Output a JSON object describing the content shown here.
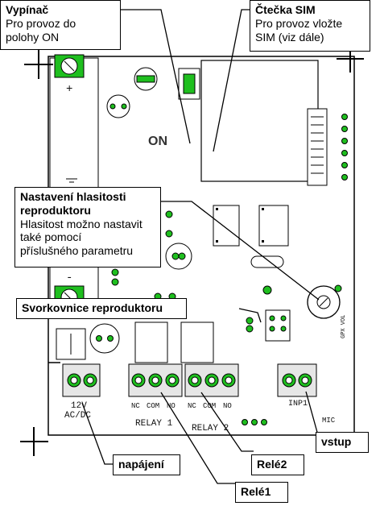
{
  "callouts": {
    "switch": {
      "title": "Vypínač",
      "desc": [
        "Pro provoz do",
        "polohy ON"
      ]
    },
    "sim": {
      "title": "Čtečka SIM",
      "desc": [
        "Pro provoz vložte",
        "SIM (viz dále)"
      ]
    },
    "volume": {
      "title": [
        "Nastavení hlasitosti",
        "reproduktoru"
      ],
      "desc": [
        "Hlasitost možno nastavit",
        "také pomocí",
        "příslušného parametru"
      ]
    },
    "speaker_terminal": {
      "title": "Svorkovnice reproduktoru"
    },
    "input": {
      "title": "vstup"
    },
    "power": {
      "title": "napájení"
    },
    "relay2": {
      "title": "Relé2"
    },
    "relay1": {
      "title": "Relé1"
    }
  },
  "board": {
    "switch_label": "ON",
    "plus": "+",
    "minus": "-",
    "voltage_label": [
      "12V",
      "AC/DC"
    ],
    "relay_pins": [
      "NC",
      "COM",
      "NO"
    ],
    "relay1_label": "RELAY 1",
    "relay2_label": "RELAY 2",
    "input_label": "INP1",
    "mic_label": "MIC",
    "gpx_label": "GPX VOL"
  },
  "colors": {
    "pad_green": "#1fbf1f",
    "board_line": "#000000",
    "terminal_fill": "#e6e6e6"
  }
}
